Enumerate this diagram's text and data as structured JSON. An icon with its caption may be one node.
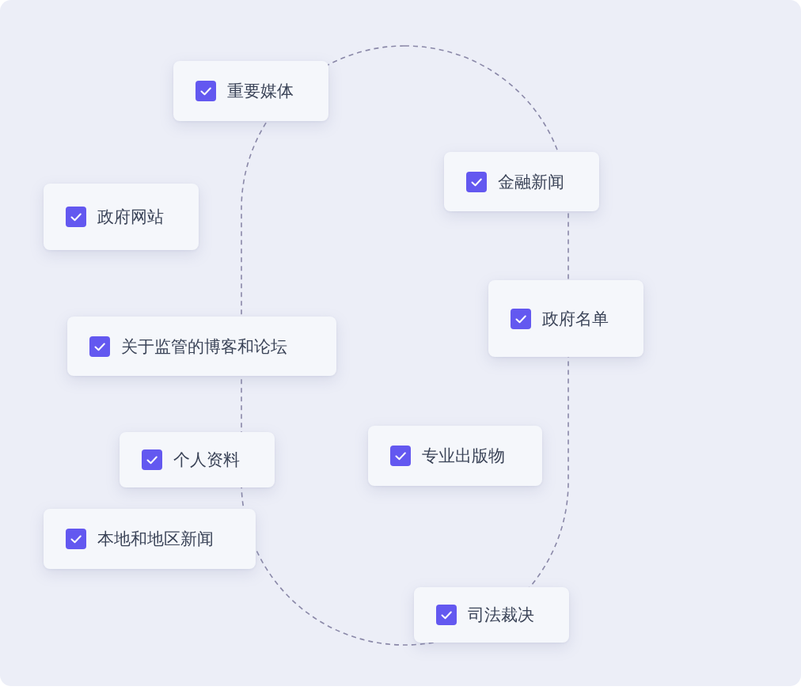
{
  "diagram": {
    "nodes": [
      {
        "text": [
          "重要媒体"
        ]
      },
      {
        "text": [
          "金融新闻"
        ]
      },
      {
        "text": [
          "政府网站"
        ]
      },
      {
        "text": [
          "政府名单"
        ]
      },
      {
        "text": [
          "关于监管的博客和论坛"
        ]
      },
      {
        "text": [
          "专业出版物"
        ]
      },
      {
        "text": [
          "个人资料"
        ]
      },
      {
        "text": [
          "本地和地区新闻"
        ]
      },
      {
        "text": [
          "司法裁决"
        ]
      }
    ]
  }
}
